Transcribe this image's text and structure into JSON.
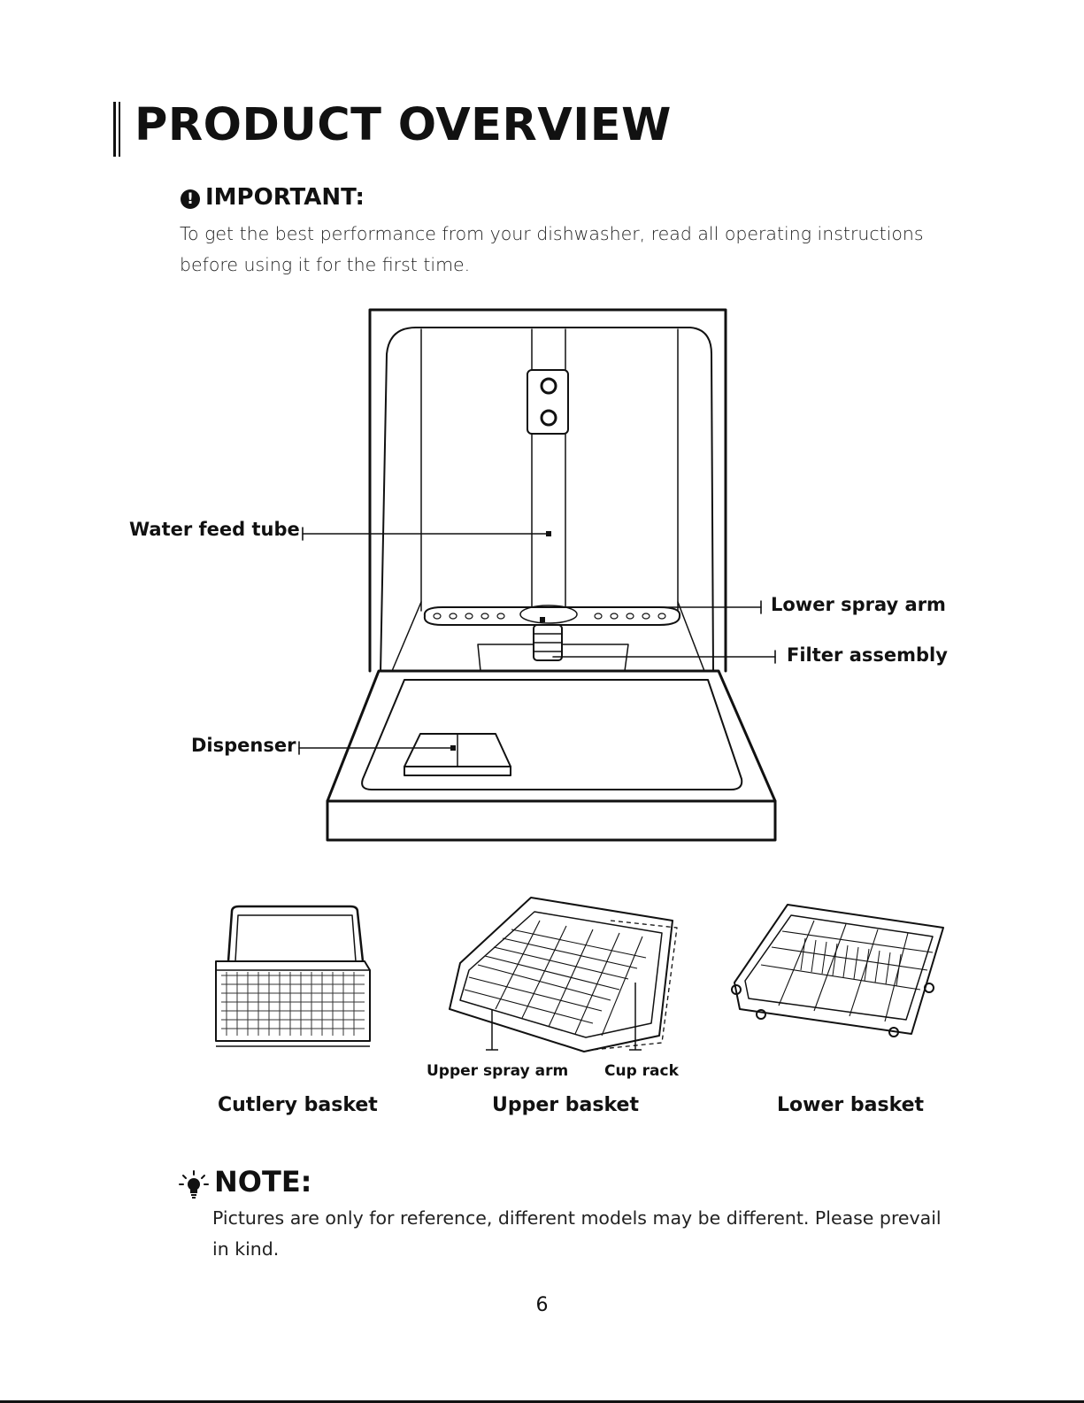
{
  "header": {
    "title": "PRODUCT OVERVIEW"
  },
  "important": {
    "icon": "exclamation-circle-icon",
    "heading": "IMPORTANT:",
    "body": "To get the best performance from your dishwasher, read all operating instructions before using it for the first time."
  },
  "diagram_labels": {
    "water_feed_tube": "Water feed tube",
    "lower_spray_arm": "Lower spray arm",
    "filter_assembly": "Filter assembly",
    "dispenser": "Dispenser"
  },
  "accessories": {
    "cutlery_basket": "Cutlery basket",
    "upper_basket": "Upper basket",
    "lower_basket": "Lower basket",
    "upper_spray_arm": "Upper spray arm",
    "cup_rack": "Cup rack"
  },
  "note": {
    "icon": "lightbulb-icon",
    "heading": "NOTE:",
    "body": "Pictures are only for reference, different models may be different. Please prevail in kind."
  },
  "footer": {
    "page_number": "6"
  }
}
